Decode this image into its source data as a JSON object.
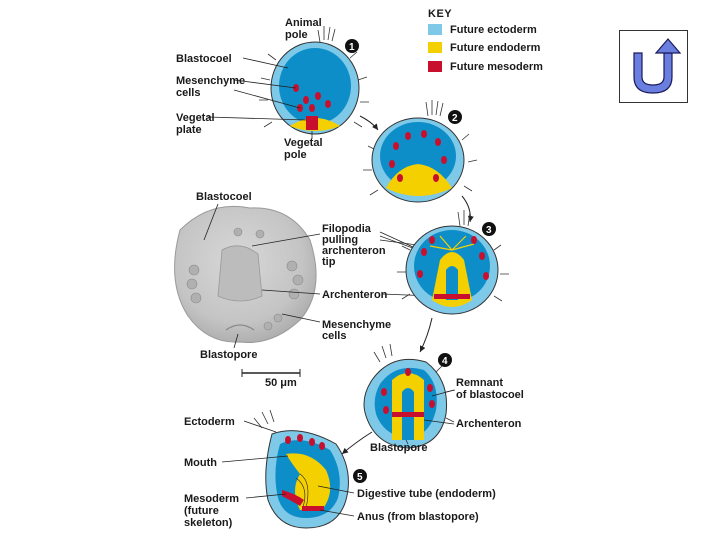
{
  "key": {
    "title": "KEY",
    "items": [
      {
        "label": "Future ectoderm",
        "color": "#7ec8e8"
      },
      {
        "label": "Future endoderm",
        "color": "#f5d000"
      },
      {
        "label": "Future mesoderm",
        "color": "#c8102e"
      }
    ]
  },
  "steps": [
    "1",
    "2",
    "3",
    "4",
    "5"
  ],
  "labels": {
    "animal_pole": [
      "Animal",
      "pole"
    ],
    "blastocoel": "Blastocoel",
    "mesenchyme": [
      "Mesenchyme",
      "cells"
    ],
    "vegetal_plate": [
      "Vegetal",
      "plate"
    ],
    "vegetal_pole": [
      "Vegetal",
      "pole"
    ],
    "blastocoel_micro": "Blastocoel",
    "filopodia": [
      "Filopodia",
      "pulling",
      "archenteron",
      "tip"
    ],
    "archenteron": "Archenteron",
    "mesenchyme_micro": [
      "Mesenchyme",
      "cells"
    ],
    "blastopore": "Blastopore",
    "scale": "50 μm",
    "remnant": [
      "Remnant",
      "of blastocoel"
    ],
    "archenteron_4": "Archenteron",
    "blastopore_4": "Blastopore",
    "ectoderm": "Ectoderm",
    "mouth": "Mouth",
    "mesoderm": [
      "Mesoderm",
      "(future",
      "skeleton)"
    ],
    "digestive_tube": "Digestive tube (endoderm)",
    "anus": "Anus (from blastopore)"
  },
  "colors": {
    "ectoderm_outer": "#7ec8e8",
    "blastocoel_fill": "#0e8ec8",
    "endoderm": "#f5d000",
    "mesoderm": "#c8102e",
    "micrograph": "#c9c9c9",
    "back_button": "#6a7ee0"
  }
}
